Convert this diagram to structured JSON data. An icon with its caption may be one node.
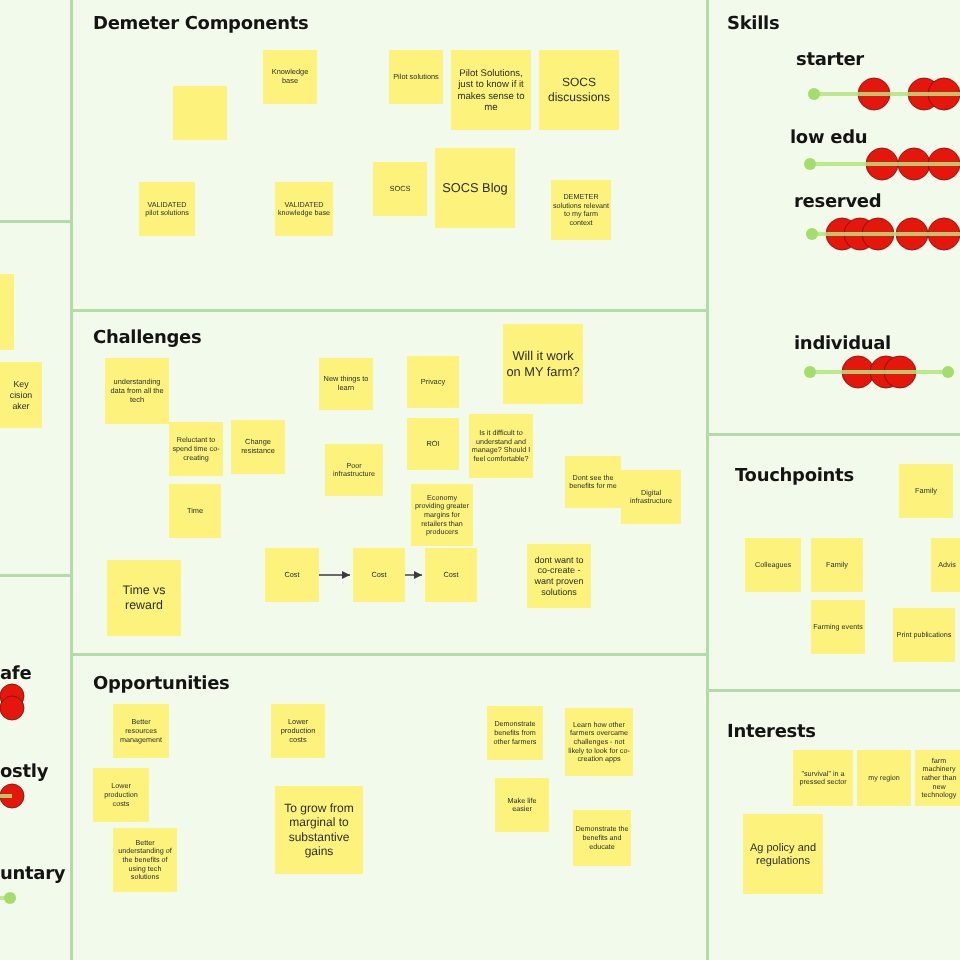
{
  "diagram": {
    "nodes": [
      {
        "text": [],
        "shape": "box"
      },
      {
        "text": [
          "Key cision aker"
        ]
      },
      {
        "text": [
          "Demeter Components"
        ]
      },
      {
        "text": [
          "Knowledge base"
        ],
        "in": 2
      },
      {
        "text": [
          "Pilot solutions"
        ],
        "in": 2
      },
      {
        "text": [
          "Pilot Solutions, just to know if it makes sense to me"
        ],
        "in": 2
      },
      {
        "text": [
          "SOCS discussions"
        ],
        "in": 2
      },
      {
        "text": [],
        "shape": "box",
        "in": 2
      },
      {
        "text": [
          "SOCS Blog"
        ],
        "in": 2
      },
      {
        "text": [
          "SOCS"
        ],
        "in": 2
      },
      {
        "text": [
          "VALIDATED pilot solutions"
        ],
        "in": 2
      },
      {
        "text": [
          "VALIDATED knowledge base"
        ],
        "in": 2
      },
      {
        "text": [
          "DEMETER solutions relevant to my farm context"
        ],
        "in": 2
      },
      {
        "text": [
          "Challenges"
        ]
      },
      {
        "text": [
          "understanding data from all the tech"
        ],
        "in": 13
      },
      {
        "text": [
          "New things to learn"
        ],
        "in": 13
      },
      {
        "text": [
          "Privacy"
        ],
        "in": 13
      },
      {
        "text": [
          "Will it work on MY farm?"
        ],
        "in": 13
      },
      {
        "text": [
          "Reluctant to spend time co-creating"
        ],
        "in": 13
      },
      {
        "text": [
          "Change resistance"
        ],
        "in": 13
      },
      {
        "text": [
          "ROI"
        ],
        "in": 13
      },
      {
        "text": [
          "Is it difficult to understand and manage? Should I feel comfortable?"
        ],
        "in": 13
      },
      {
        "text": [
          "Poor infrastructure"
        ],
        "in": 13
      },
      {
        "text": [
          "Dont see the benefits for me"
        ],
        "in": 13
      },
      {
        "text": [
          "Digital infrastructure"
        ],
        "in": 13
      },
      {
        "text": [
          "Time"
        ],
        "in": 13
      },
      {
        "text": [
          "Economy providing greater margins for retailers than producers"
        ],
        "in": 13
      },
      {
        "text": [
          "Cost"
        ],
        "in": 13
      },
      {
        "text": [
          "Cost"
        ],
        "in": 13
      },
      {
        "text": [
          "Cost"
        ],
        "in": 13
      },
      {
        "text": [
          "dont want to co-create - want proven solutions"
        ],
        "in": 13
      },
      {
        "text": [
          "Time vs reward"
        ],
        "in": 13
      },
      {
        "text": [
          "Opportunities"
        ]
      },
      {
        "text": [
          "Better resources management"
        ],
        "in": 32
      },
      {
        "text": [
          "Lower production costs"
        ],
        "in": 32
      },
      {
        "text": [
          "Demonstrate benefits from other farmers"
        ],
        "in": 32
      },
      {
        "text": [
          "Learn how other farmers overcame challenges - not likely to look for co-creation apps"
        ],
        "in": 32
      },
      {
        "text": [
          "Lower production costs"
        ],
        "in": 32
      },
      {
        "text": [
          "Make life easier"
        ],
        "in": 32
      },
      {
        "text": [
          "To grow from marginal to substantive gains"
        ],
        "in": 32
      },
      {
        "text": [
          "Demonstrate the benefits and educate"
        ],
        "in": 32
      },
      {
        "text": [
          "Better understanding of the benefits of using tech solutions"
        ],
        "in": 32
      },
      {
        "text": [
          "Skills"
        ]
      },
      {
        "text": [
          "Touchpoints"
        ]
      },
      {
        "text": [
          "Family"
        ],
        "in": 43
      },
      {
        "text": [
          "Colleagues"
        ],
        "in": 43
      },
      {
        "text": [
          "Family"
        ],
        "in": 43
      },
      {
        "text": [
          "Advis"
        ],
        "in": 43
      },
      {
        "text": [
          "Farming events"
        ],
        "in": 43
      },
      {
        "text": [
          "Print publications"
        ],
        "in": 43
      },
      {
        "text": [
          "Interests"
        ]
      },
      {
        "text": [
          "\"survival\" in a pressed sector"
        ],
        "in": 50
      },
      {
        "text": [
          "my region"
        ],
        "in": 50
      },
      {
        "text": [
          "farm machinery rather than new technology"
        ],
        "in": 50
      },
      {
        "text": [
          "Ag policy and regulations"
        ],
        "in": 50
      }
    ],
    "edges": [
      {
        "from": 27,
        "to": 28,
        "arrow": "to"
      },
      {
        "from": 28,
        "to": 29,
        "arrow": "to"
      }
    ],
    "labels": [
      "afe",
      "ostly",
      "untary",
      "starter",
      "low edu",
      "reserved",
      "individual"
    ]
  }
}
